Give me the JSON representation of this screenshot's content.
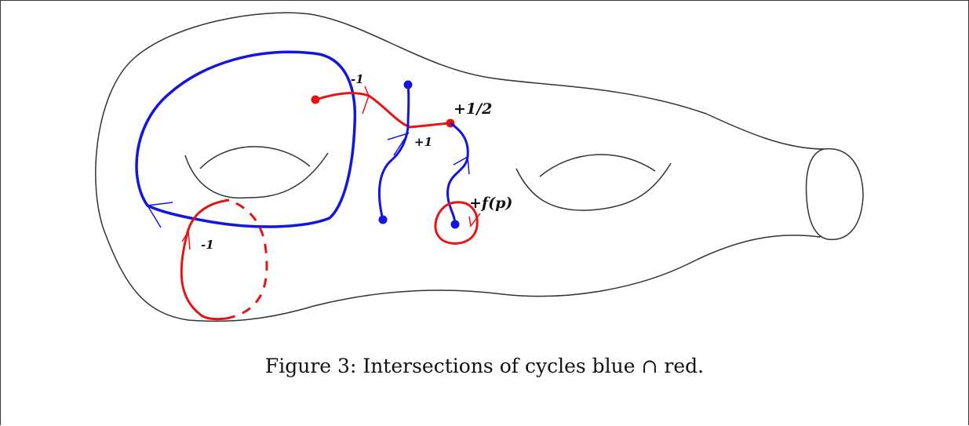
{
  "labels": {
    "top_minus_one": "-1",
    "plus_half": "+1/2",
    "plus_one": "+1",
    "f_of_p": "+f(p)",
    "left_minus_one": "-1"
  },
  "caption": {
    "figure_label": "Figure 3:",
    "text": "Intersections of cycles blue ∩ red."
  },
  "colors": {
    "surface": "#333333",
    "blue_cycle": "#1515e0",
    "red_cycle": "#e51515"
  }
}
